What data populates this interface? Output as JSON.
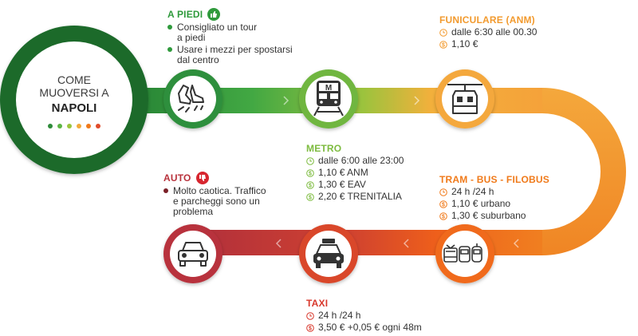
{
  "center": {
    "line1": "COME",
    "line2": "MUOVERSI A",
    "line3": "NAPOLI",
    "dot_colors": [
      "#2e8b3a",
      "#5cb544",
      "#9bc53d",
      "#f3a93b",
      "#f07a1a",
      "#e04b2a"
    ]
  },
  "colors": {
    "green_dark": "#1f6b2d",
    "green": "#3da53f",
    "green_light": "#8fc23c",
    "orange_light": "#f3a93b",
    "orange": "#f06a1b",
    "red": "#b8323c"
  },
  "apiedi": {
    "title": "A PIEDI",
    "icon": "thumbs-up-icon",
    "bullets": [
      "Consigliato un tour a piedi",
      "Usare i mezzi per spostarsi dal centro"
    ]
  },
  "metro": {
    "title": "METRO",
    "icon": "metro-train-icon",
    "hours": "dalle 6:00 alle 23:00",
    "prices": [
      "1,10 € ANM",
      "1,30 € EAV",
      "2,20 € TRENITALIA"
    ]
  },
  "funicolare": {
    "title": "FUNICULARE (ANM)",
    "icon": "cable-car-icon",
    "hours": "dalle 6:30 alle 00.30",
    "price": "1,10 €"
  },
  "tram": {
    "title": "TRAM - BUS - FILOBUS",
    "icon": "tram-bus-icon",
    "hours": "24 h /24 h",
    "prices": [
      "1,10 € urbano",
      "1,30 € suburbano"
    ]
  },
  "taxi": {
    "title": "TAXI",
    "icon": "taxi-icon",
    "hours": "24 h /24 h",
    "price": "3,50 € +0,05 € ogni 48m"
  },
  "auto": {
    "title": "AUTO",
    "icon": "thumbs-down-icon",
    "bullets": [
      "Molto caotica. Traffico e parcheggi sono un problema"
    ]
  }
}
